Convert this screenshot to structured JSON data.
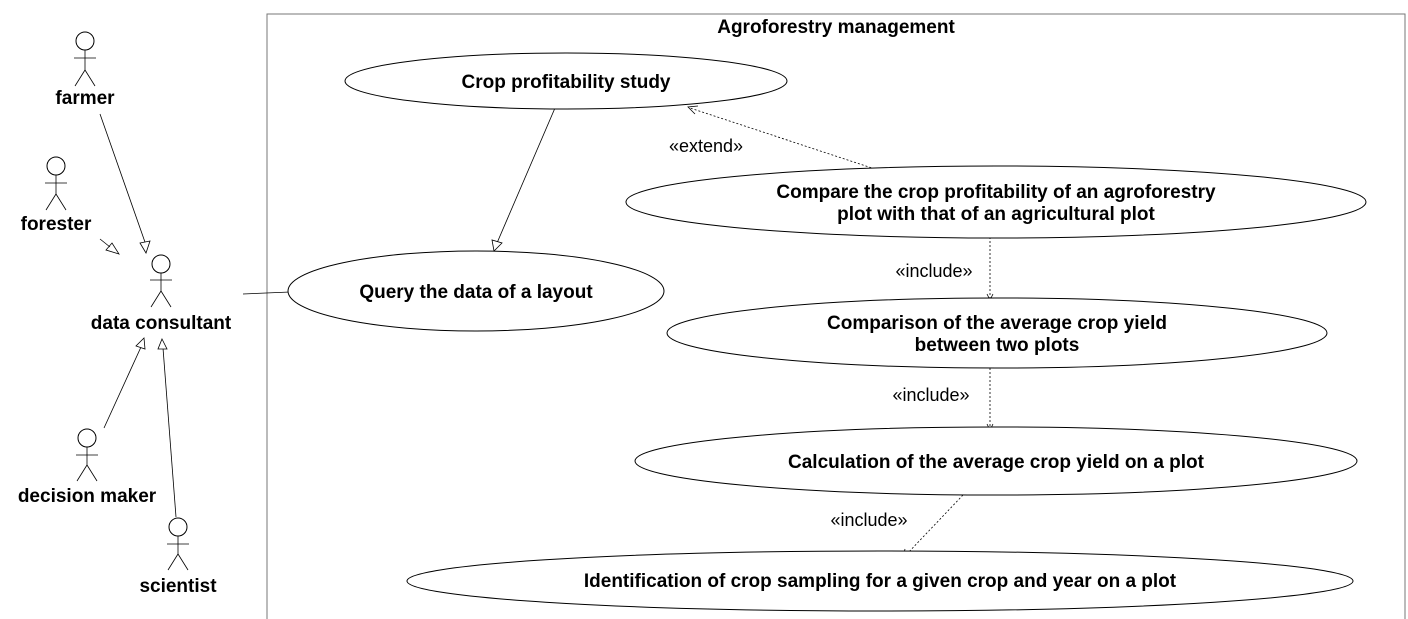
{
  "system": {
    "title": "Agroforestry management"
  },
  "actors": {
    "farmer": "farmer",
    "forester": "forester",
    "data_consultant": "data consultant",
    "decision_maker": "decision maker",
    "scientist": "scientist"
  },
  "use_cases": {
    "crop_profitability_study": "Crop profitability study",
    "query_data_layout": "Query the data of a layout",
    "compare_profitability_line1": "Compare the crop profitability of an agroforestry",
    "compare_profitability_line2": "plot with that of an agricultural plot",
    "comparison_yield_line1": "Comparison of the average crop yield",
    "comparison_yield_line2": "between two plots",
    "calculation_yield": "Calculation of the average crop yield on a plot",
    "identification_sampling": "Identification of crop sampling for a given crop and year on a plot"
  },
  "relations": {
    "extend_label": "«extend»",
    "include_label_1": "«include»",
    "include_label_2": "«include»",
    "include_label_3": "«include»"
  }
}
